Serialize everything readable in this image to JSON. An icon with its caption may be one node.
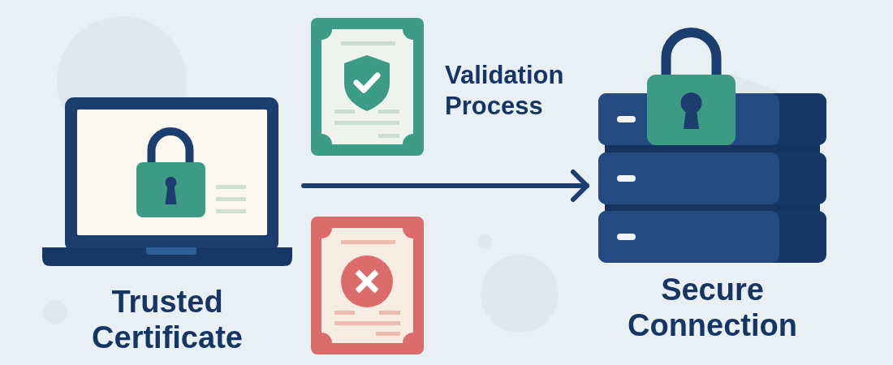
{
  "diagram": {
    "nodes": [
      {
        "text": [
          "Trusted Certificate"
        ]
      },
      {
        "text": [],
        "shape": "picture",
        "beside": [
          "Validation Process"
        ]
      },
      {
        "text": [],
        "shape": "picture"
      },
      {
        "text": [
          "Secure Connection"
        ]
      }
    ],
    "edges": [
      {
        "from": 0,
        "to": 3,
        "arrow": "to"
      }
    ]
  }
}
